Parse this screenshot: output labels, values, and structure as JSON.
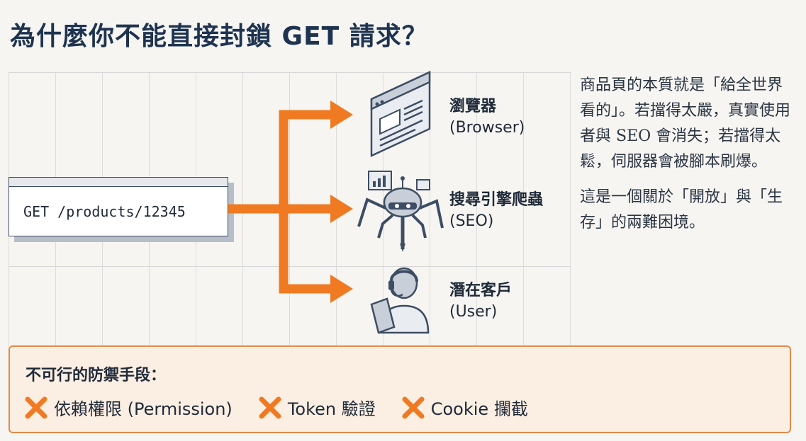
{
  "title": "為什麼你不能直接封鎖 GET 請求？",
  "request": {
    "text": "GET /products/12345"
  },
  "targets": [
    {
      "label_zh": "瀏覽器",
      "label_en": "(Browser)",
      "icon": "browser-window-icon"
    },
    {
      "label_zh": "搜尋引擎爬蟲",
      "label_en": "(SEO)",
      "icon": "crawler-robot-icon"
    },
    {
      "label_zh": "潛在客戶",
      "label_en": "(User)",
      "icon": "customer-headset-icon"
    }
  ],
  "description": {
    "p1": "商品頁的本質就是「給全世界看的」。若擋得太嚴，真實使用者與 SEO 會消失；若擋得太鬆，伺服器會被腳本刷爆。",
    "p2": "這是一個關於「開放」與「生存」的兩難困境。"
  },
  "defense": {
    "title": "不可行的防禦手段：",
    "items": [
      {
        "label": "依賴權限 (Permission)"
      },
      {
        "label": "Token 驗證"
      },
      {
        "label": "Cookie 攔截"
      }
    ]
  },
  "colors": {
    "accent": "#f07a22",
    "navy": "#1e3350",
    "panel_bg": "#fbeee3",
    "panel_border": "#e48a4a"
  }
}
